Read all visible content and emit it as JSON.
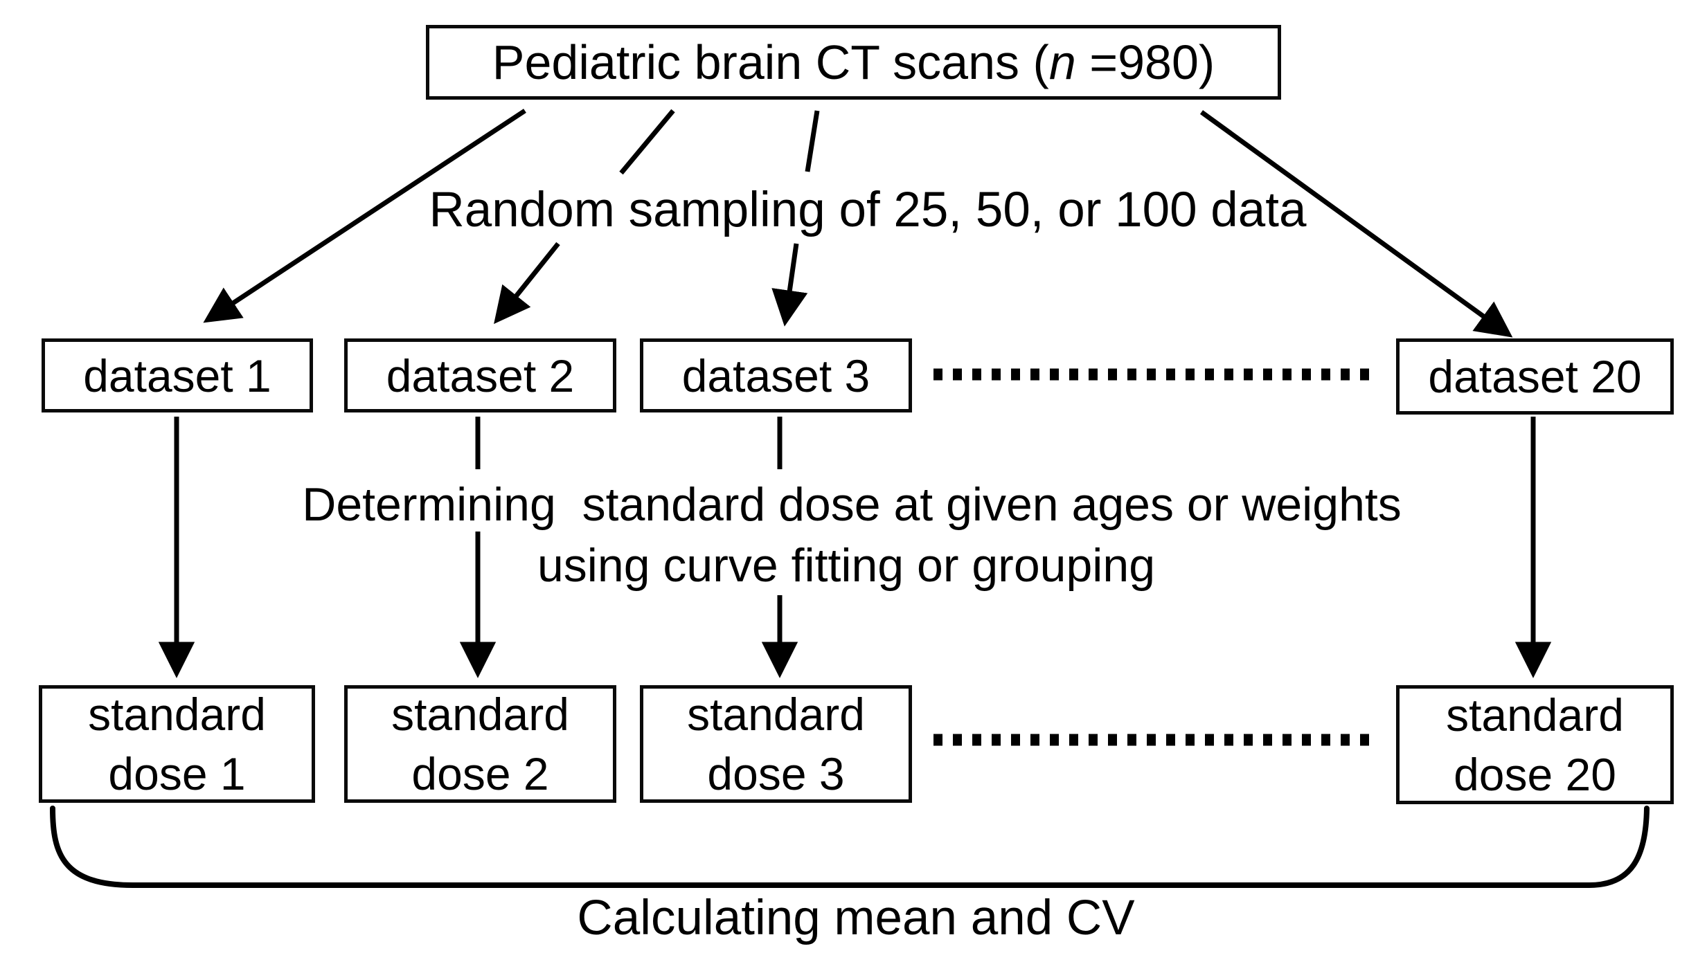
{
  "colors": {
    "background": "#ffffff",
    "line": "#000000",
    "text": "#000000",
    "box_border": "#0a0a0a"
  },
  "diagram": {
    "top_box": {
      "prefix": "Pediatric brain CT scans (",
      "n_italic": "n",
      "suffix": " =980)"
    },
    "random_sampling_label": "Random sampling of 25, 50, or 100 data",
    "determining_label_line1": "Determining  standard dose at given ages or weights",
    "determining_label_line2": "using curve fitting or grouping",
    "datasets": [
      {
        "label": "dataset 1"
      },
      {
        "label": "dataset 2"
      },
      {
        "label": "dataset 3"
      },
      {
        "label": "dataset 20"
      }
    ],
    "standard_doses": [
      {
        "line1": "standard",
        "line2": "dose 1"
      },
      {
        "line1": "standard",
        "line2": "dose 2"
      },
      {
        "line1": "standard",
        "line2": "dose 3"
      },
      {
        "line1": "standard",
        "line2": "dose 20"
      }
    ],
    "calculating_label": "Calculating mean and CV"
  }
}
